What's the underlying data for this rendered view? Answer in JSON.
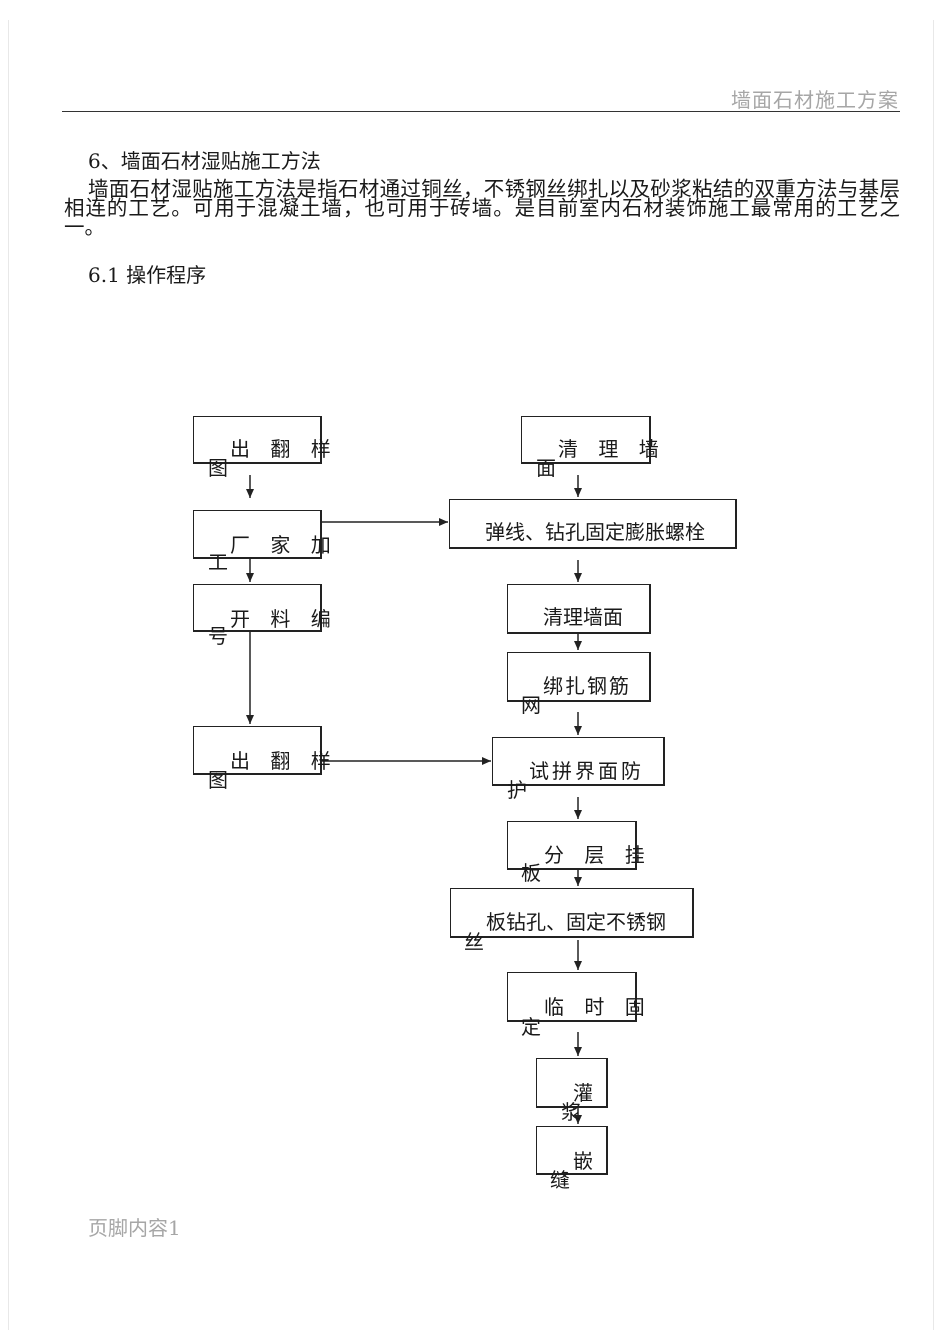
{
  "header": {
    "title": "墙面石材施工方案"
  },
  "section": {
    "heading": "6、墙面石材湿贴施工方法",
    "paragraph": "墙面石材湿贴施工方法是指石材通过铜丝，不锈钢丝绑扎以及砂浆粘结的双重方法与基层相连的工艺。可用于混凝土墙，也可用于砖墙。是目前室内石材装饰施工最常用的工艺之一。",
    "subheading": "6.1 操作程序"
  },
  "flowchart": {
    "left": [
      {
        "main": "出 翻 样",
        "tail": "图"
      },
      {
        "main": "厂 家 加",
        "tail": "工"
      },
      {
        "main": "开 料 编",
        "tail": "号"
      },
      {
        "main": "出 翻 样",
        "tail": "图"
      }
    ],
    "right": [
      {
        "main": "清 理 墙",
        "tail": "面"
      },
      {
        "main": "弹线、钻孔固定膨胀螺栓",
        "tail": ""
      },
      {
        "main": "清理墙面",
        "tail": ""
      },
      {
        "main": "绑扎钢筋",
        "tail": "网"
      },
      {
        "main": "试拼界面防",
        "tail": "护"
      },
      {
        "main": "分 层 挂",
        "tail": "板"
      },
      {
        "main": "板钻孔、固定不锈钢",
        "tail": "丝"
      },
      {
        "main": "临 时 固",
        "tail": "定"
      },
      {
        "main": "灌",
        "tail": "浆"
      },
      {
        "main": "嵌",
        "tail": "缝"
      }
    ]
  },
  "footer": {
    "text": "页脚内容1"
  }
}
